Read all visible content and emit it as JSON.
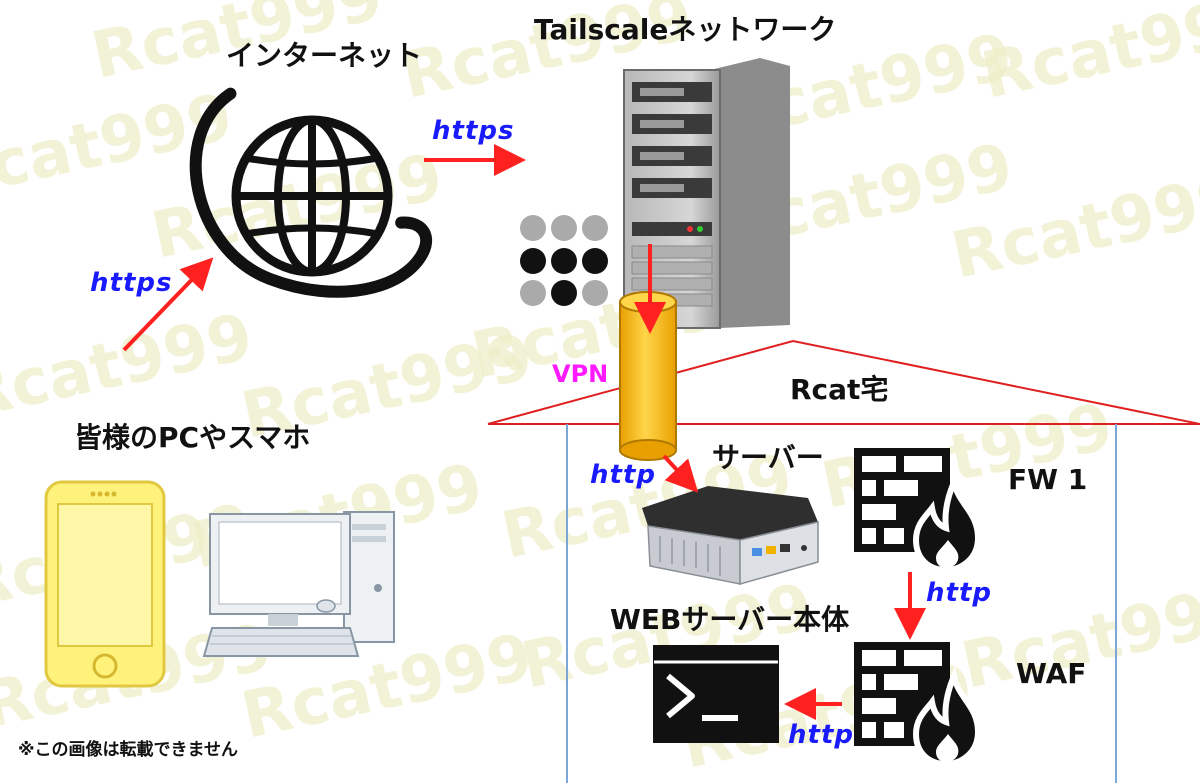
{
  "labels": {
    "internet": "インターネット",
    "tailscale": "Tailscaleネットワーク",
    "user_devices": "皆様のPCやスマホ",
    "home": "Rcat宅",
    "server": "サーバー",
    "fw1": "FW 1",
    "waf": "WAF",
    "web_server": "WEBサーバー本体",
    "vpn": "VPN"
  },
  "protocols": {
    "device_to_internet": "https",
    "internet_to_tailscale": "https",
    "vpn_to_server": "http",
    "fw_to_waf": "http",
    "waf_to_web": "http"
  },
  "notice": "※この画像は転載できません",
  "watermark": "Rcat999",
  "colors": {
    "arrow": "#ff2020",
    "protocol_text": "#1a1aff",
    "vpn_text": "#ff1aff",
    "vpn_tube": "#ffc000",
    "house_roof": "#e02020",
    "house_wall": "#7aa7d8",
    "phone": "#fff27a",
    "watermark": "#eeeec8"
  },
  "icons": {
    "internet": "globe-icon",
    "tailscale": "server-tower-icon",
    "tailscale_logo": "tailscale-dots-icon",
    "vpn": "vpn-tube-icon",
    "server": "mini-pc-icon",
    "fw1": "firewall-icon",
    "waf": "firewall-icon",
    "web_server": "terminal-icon",
    "phone": "smartphone-icon",
    "pc": "desktop-pc-icon"
  }
}
